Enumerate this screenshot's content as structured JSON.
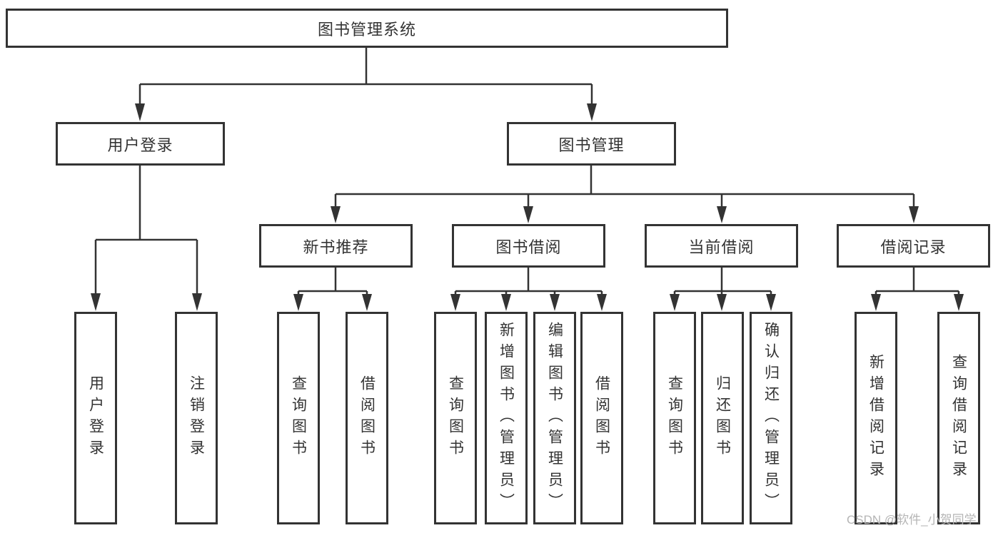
{
  "diagram": {
    "title": "图书管理系统",
    "level2": {
      "user_login": "用户登录",
      "book_mgmt": "图书管理"
    },
    "level3": {
      "new_books": "新书推荐",
      "borrowing": "图书借阅",
      "current": "当前借阅",
      "records": "借阅记录"
    },
    "leaves": {
      "user_login": [
        "用户登录",
        "注销登录"
      ],
      "new_books": [
        "查询图书",
        "借阅图书"
      ],
      "borrowing": [
        "查询图书",
        "新增图书（管理员）",
        "编辑图书（管理员）",
        "借阅图书"
      ],
      "current": [
        "查询图书",
        "归还图书",
        "确认归还（管理员）"
      ],
      "records": [
        "新增借阅记录",
        "查询借阅记录"
      ]
    },
    "watermark": "CSDN @软件_小贺同学",
    "colors": {
      "line": "#333333",
      "box_border": "#333333",
      "text": "#333333",
      "watermark": "#b5b5b5",
      "background": "#ffffff"
    }
  }
}
